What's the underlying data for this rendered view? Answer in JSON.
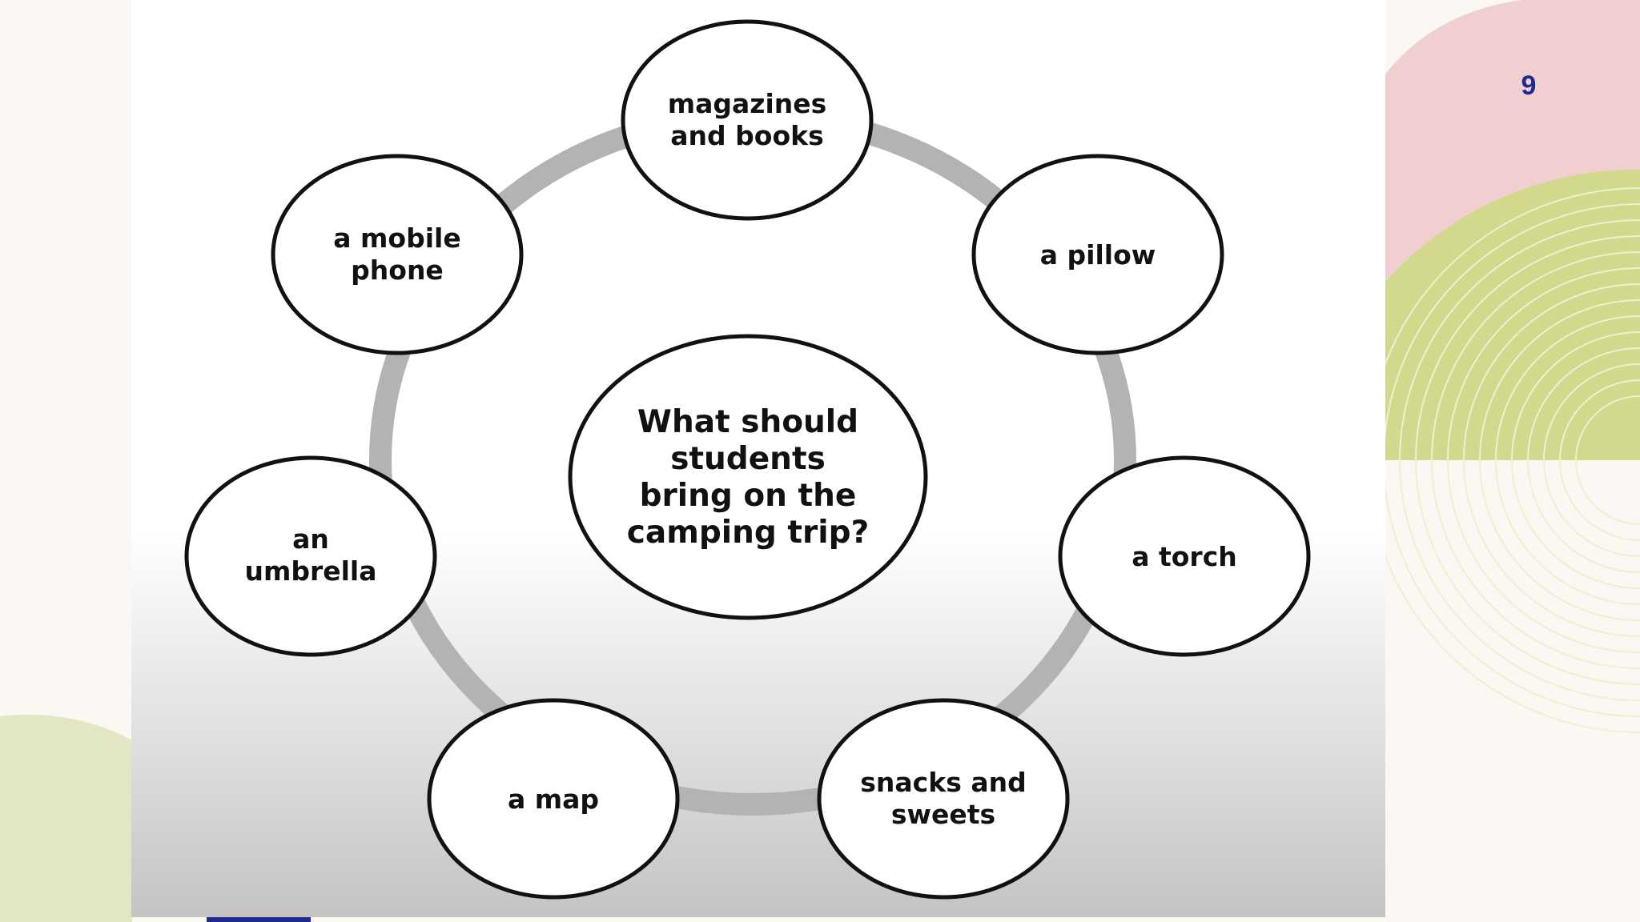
{
  "slide": {
    "number": "9"
  },
  "colors": {
    "background": "#fbf7f3",
    "pink": "#f1cfd0",
    "green": "#d2d88c",
    "light_green": "#e3e6c2",
    "accent_blue": "#1f2a8f",
    "ring": "#b3b3b3",
    "ellipse_stroke": "#111111"
  },
  "diagram": {
    "center": {
      "lines": [
        "What should",
        "students",
        "bring on the",
        "camping trip?"
      ]
    },
    "items": [
      {
        "key": "magazines-and-books",
        "lines": [
          "magazines",
          "and books"
        ]
      },
      {
        "key": "a-pillow",
        "lines": [
          "a pillow"
        ]
      },
      {
        "key": "a-torch",
        "lines": [
          "a torch"
        ]
      },
      {
        "key": "snacks-and-sweets",
        "lines": [
          "snacks and",
          "sweets"
        ]
      },
      {
        "key": "a-map",
        "lines": [
          "a map"
        ]
      },
      {
        "key": "an-umbrella",
        "lines": [
          "an",
          "umbrella"
        ]
      },
      {
        "key": "a-mobile-phone",
        "lines": [
          "a mobile",
          "phone"
        ]
      }
    ]
  }
}
